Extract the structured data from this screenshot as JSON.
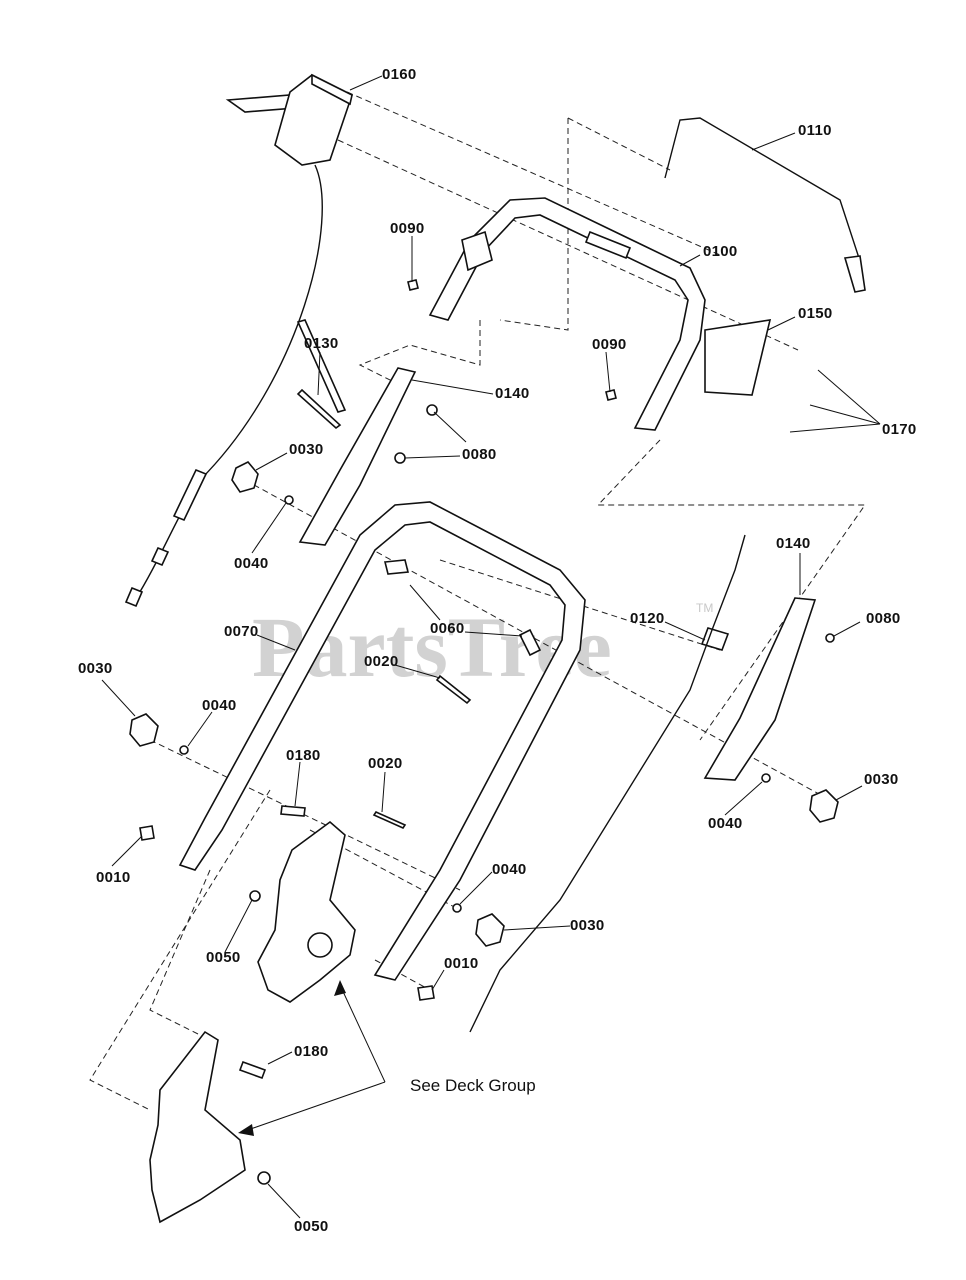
{
  "watermark": {
    "text": "PartsTree",
    "tm": "TM"
  },
  "note": {
    "text": "See Deck Group"
  },
  "parts": [
    {
      "id": "p0160",
      "text": "0160"
    },
    {
      "id": "p0110",
      "text": "0110"
    },
    {
      "id": "p0090a",
      "text": "0090"
    },
    {
      "id": "p0100",
      "text": "0100"
    },
    {
      "id": "p0150",
      "text": "0150"
    },
    {
      "id": "p0130",
      "text": "0130"
    },
    {
      "id": "p0140a",
      "text": "0140"
    },
    {
      "id": "p0090b",
      "text": "0090"
    },
    {
      "id": "p0170",
      "text": "0170"
    },
    {
      "id": "p0030a",
      "text": "0030"
    },
    {
      "id": "p0080a",
      "text": "0080"
    },
    {
      "id": "p0040a",
      "text": "0040"
    },
    {
      "id": "p0140b",
      "text": "0140"
    },
    {
      "id": "p0060",
      "text": "0060"
    },
    {
      "id": "p0120",
      "text": "0120"
    },
    {
      "id": "p0080b",
      "text": "0080"
    },
    {
      "id": "p0070",
      "text": "0070"
    },
    {
      "id": "p0020a",
      "text": "0020"
    },
    {
      "id": "p0030b",
      "text": "0030"
    },
    {
      "id": "p0040b",
      "text": "0040"
    },
    {
      "id": "p0180a",
      "text": "0180"
    },
    {
      "id": "p0020b",
      "text": "0020"
    },
    {
      "id": "p0030c",
      "text": "0030"
    },
    {
      "id": "p0010a",
      "text": "0010"
    },
    {
      "id": "p0040c",
      "text": "0040"
    },
    {
      "id": "p0040d",
      "text": "0040"
    },
    {
      "id": "p0030d",
      "text": "0030"
    },
    {
      "id": "p0050a",
      "text": "0050"
    },
    {
      "id": "p0010b",
      "text": "0010"
    },
    {
      "id": "p0180b",
      "text": "0180"
    },
    {
      "id": "p0050b",
      "text": "0050"
    }
  ]
}
